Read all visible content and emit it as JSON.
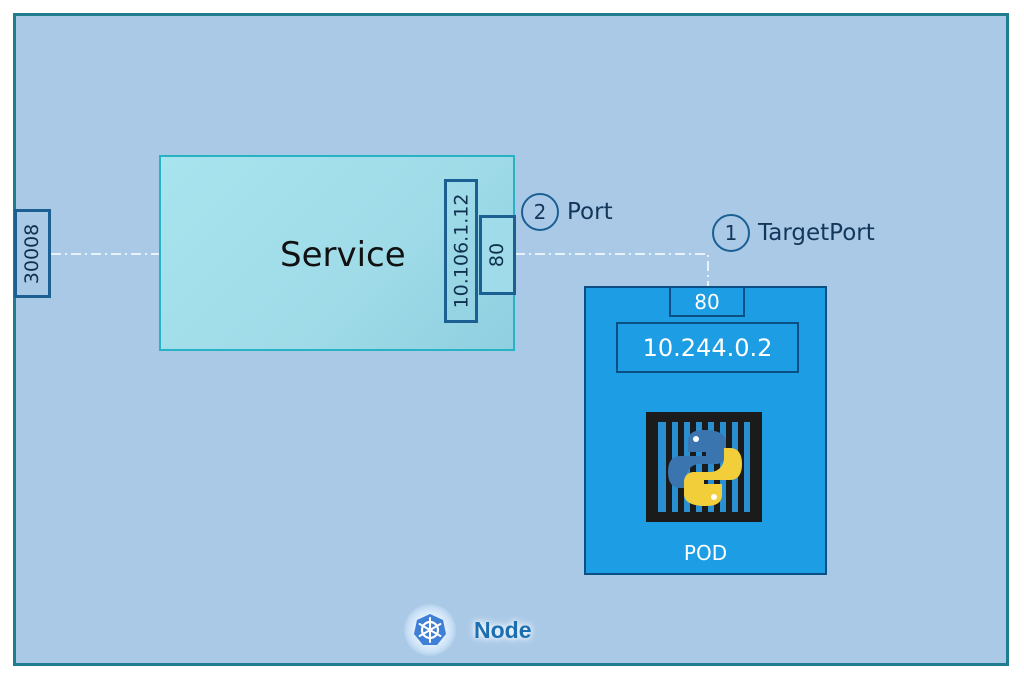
{
  "node": {
    "label": "Node",
    "node_port": "30008"
  },
  "service": {
    "label": "Service",
    "cluster_ip": "10.106.1.12",
    "port": "80"
  },
  "callouts": {
    "port": {
      "number": "2",
      "label": "Port"
    },
    "target_port": {
      "number": "1",
      "label": "TargetPort"
    }
  },
  "pod": {
    "port": "80",
    "ip": "10.244.0.2",
    "label": "POD",
    "container_icon": "python-logo-icon"
  },
  "colors": {
    "node_bg": "#a9c9e7",
    "node_border": "#1f7d8f",
    "service_bg": "#a8e4ee",
    "pod_bg": "#1d9de3",
    "accent": "#1b5f93"
  }
}
